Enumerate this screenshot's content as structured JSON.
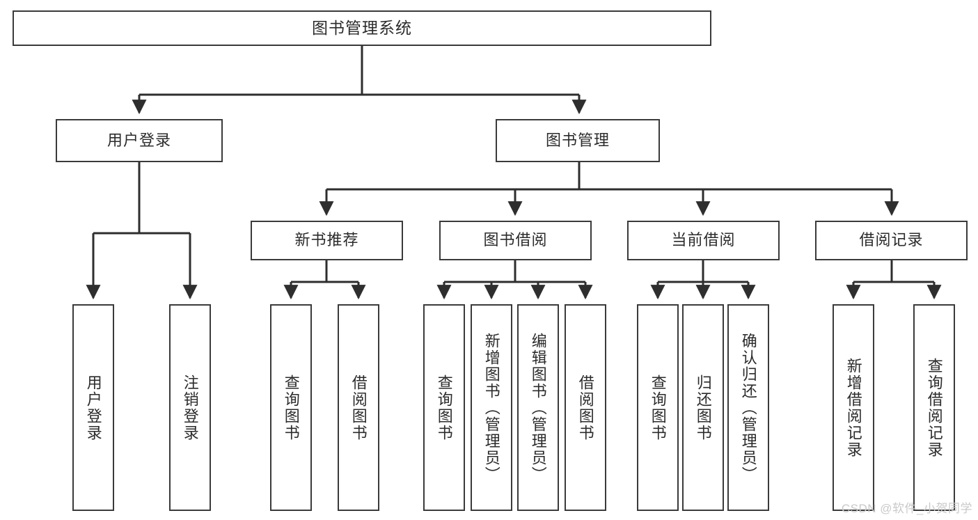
{
  "diagram": {
    "title": "图书管理系统",
    "type": "hierarchy-tree",
    "watermark": "CSDN @软件_小贺同学",
    "colors": {
      "background": "#ffffff",
      "box_border": "#3a3a3a",
      "box_fill": "#ffffff",
      "text": "#2b2b2b",
      "connector": "#2e2e2e",
      "watermark": "#c9c9c9"
    },
    "levels": {
      "root": {
        "label": "图书管理系统"
      },
      "level1": [
        {
          "label": "用户登录"
        },
        {
          "label": "图书管理"
        }
      ],
      "level2": [
        {
          "label": "新书推荐"
        },
        {
          "label": "图书借阅"
        },
        {
          "label": "当前借阅"
        },
        {
          "label": "借阅记录"
        }
      ],
      "leaves": {
        "user_login": [
          {
            "label": "用户登录"
          },
          {
            "label": "注销登录"
          }
        ],
        "new_book_recommend": [
          {
            "label": "查询图书"
          },
          {
            "label": "借阅图书"
          }
        ],
        "book_borrow": [
          {
            "label": "查询图书"
          },
          {
            "label": "新增图书（管理员）"
          },
          {
            "label": "编辑图书（管理员）"
          },
          {
            "label": "借阅图书"
          }
        ],
        "current_borrow": [
          {
            "label": "查询图书"
          },
          {
            "label": "归还图书"
          },
          {
            "label": "确认归还（管理员）"
          }
        ],
        "borrow_record": [
          {
            "label": "新增借阅记录"
          },
          {
            "label": "查询借阅记录"
          }
        ]
      }
    }
  }
}
